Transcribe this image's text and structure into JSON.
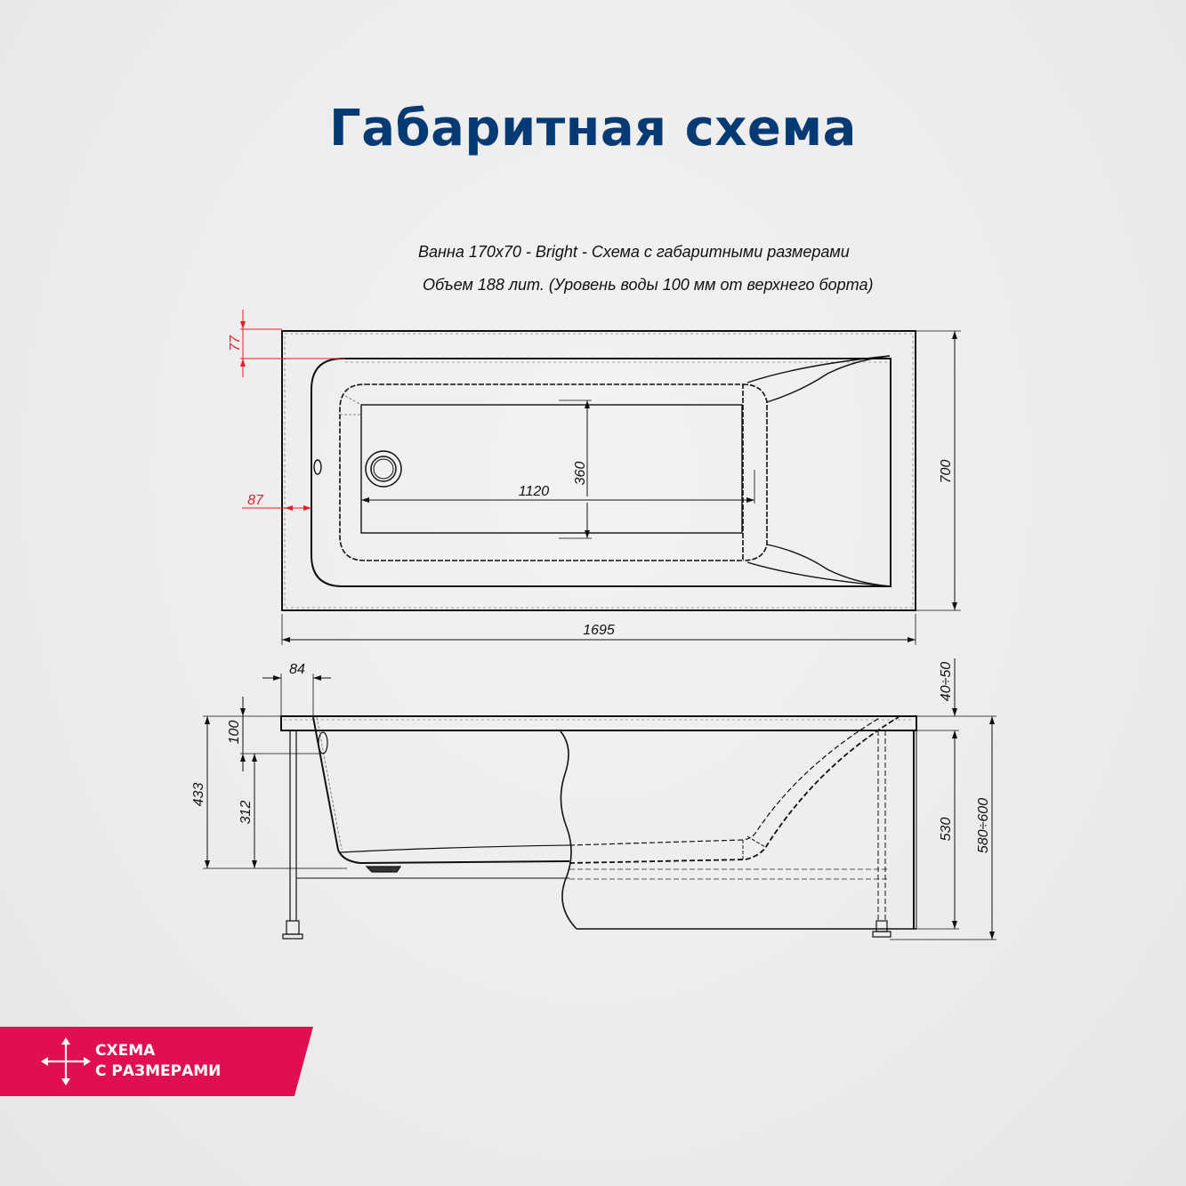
{
  "header": {
    "title": "Габаритная схема"
  },
  "drawing": {
    "caption_line1": "Ванна 170x70 - Bright - Схема с габаритными размерами",
    "caption_line2": "Объем 188 лит. (Уровень воды 100 мм от верхнего борта)",
    "top_view": {
      "overall_length": "1695",
      "overall_width": "700",
      "rim_offset_top": "77",
      "rim_offset_side": "87",
      "bottom_length": "1120",
      "bottom_width": "360"
    },
    "side_view": {
      "rim_width": "84",
      "water_level_offset": "100",
      "inner_depth": "433",
      "drain_height": "312",
      "panel_offset": "40÷50",
      "panel_height": "530",
      "total_height": "580÷600"
    },
    "colors": {
      "line": "#111111",
      "dimension_red": "#e0202a",
      "title_blue": "#063a74"
    }
  },
  "badge": {
    "line1": "СХЕМА",
    "line2": "С РАЗМЕРАМИ",
    "icon": "arrows-cross-icon",
    "color": "#e01050"
  }
}
